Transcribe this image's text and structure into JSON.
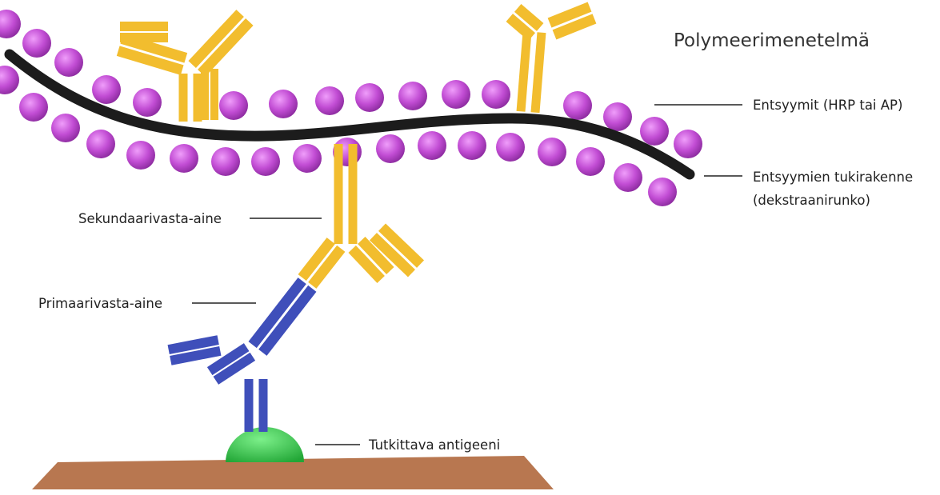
{
  "title": "Polymeerimenetelmä",
  "labels": {
    "enzymes": "Entsyymit (HRP tai AP)",
    "backbone_line1": "Entsyymien tukirakenne",
    "backbone_line2": "(dekstraanirunko)",
    "secondary": "Sekundaarivasta-aine",
    "primary": "Primaarivasta-aine",
    "antigen": "Tutkittava antigeeni"
  },
  "colors": {
    "enzyme": "#b13fc5",
    "backbone": "#1c1c1c",
    "secondary_antibody": "#f2bd2e",
    "primary_antibody": "#3f4fba",
    "antigen": "#35c24a",
    "surface": "#b87750"
  }
}
